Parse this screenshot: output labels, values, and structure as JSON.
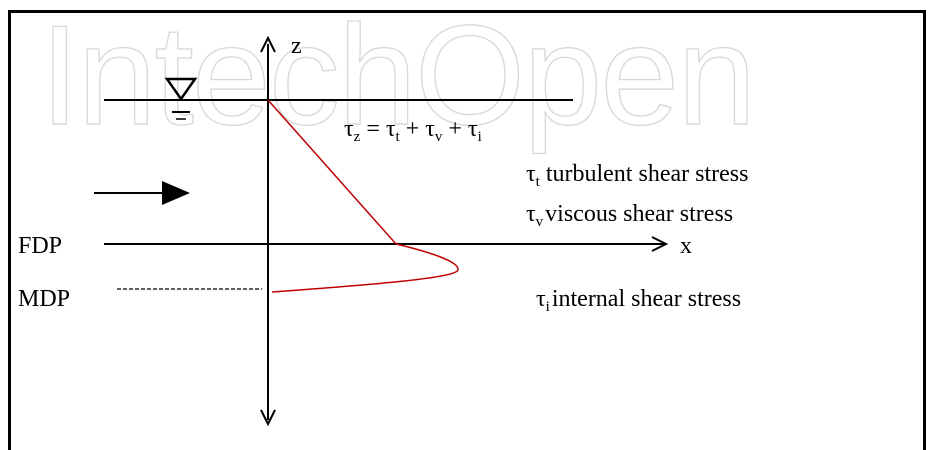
{
  "diagram": {
    "watermark": "IntechOpen",
    "axis_z_label": "z",
    "axis_x_label": "x",
    "left_labels": {
      "fdp": "FDP",
      "mdp": "MDP"
    },
    "equation": {
      "lhs_sub": "z",
      "terms": [
        {
          "sub": "t"
        },
        {
          "sub": "v"
        },
        {
          "sub": "i"
        }
      ]
    },
    "legend": [
      {
        "sub": "t",
        "text": "turbulent shear stress"
      },
      {
        "sub": "v",
        "text": "viscous shear stress"
      },
      {
        "sub": "i",
        "text": "internal shear stress"
      }
    ],
    "colors": {
      "profile": "#c00000",
      "axes": "#000000"
    }
  }
}
